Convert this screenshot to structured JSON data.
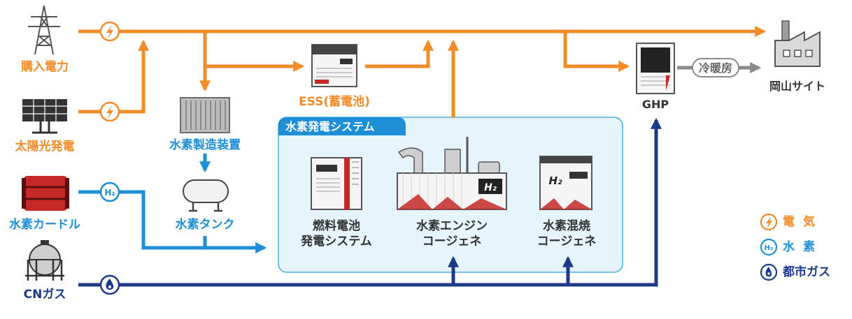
{
  "sources": {
    "purchased_power": "購入電力",
    "solar": "太陽光発電",
    "hydrogen_curdle": "水素カードル",
    "cn_gas": "CNガス"
  },
  "equipment": {
    "electrolyzer": "水素製造装置",
    "tank": "水素タンク",
    "ess": "ESS(蓄電池)",
    "ghp": "GHP",
    "site": "岡山サイト",
    "heating_cooling": "冷暖房"
  },
  "system": {
    "title": "水素発電システム",
    "fuel_cell_line1": "燃料電池",
    "fuel_cell_line2": "発電システム",
    "engine_line1": "水素エンジン",
    "engine_line2": "コージェネ",
    "cofiring_line1": "水素混焼",
    "cofiring_line2": "コージェネ"
  },
  "legend": {
    "electricity": "電気",
    "hydrogen": "水素",
    "city_gas": "都市ガス"
  },
  "icons": {
    "h2_symbol": "H₂",
    "engine_badge": "H₂",
    "cofiring_badge": "H₂"
  },
  "colors": {
    "electricity": "#f28c28",
    "hydrogen": "#1e8fd6",
    "city_gas": "#1d3a8a",
    "system_box_fill": "#e6f4fb",
    "system_box_border": "#49aee0",
    "heating_arrow": "#8a8a8a"
  }
}
